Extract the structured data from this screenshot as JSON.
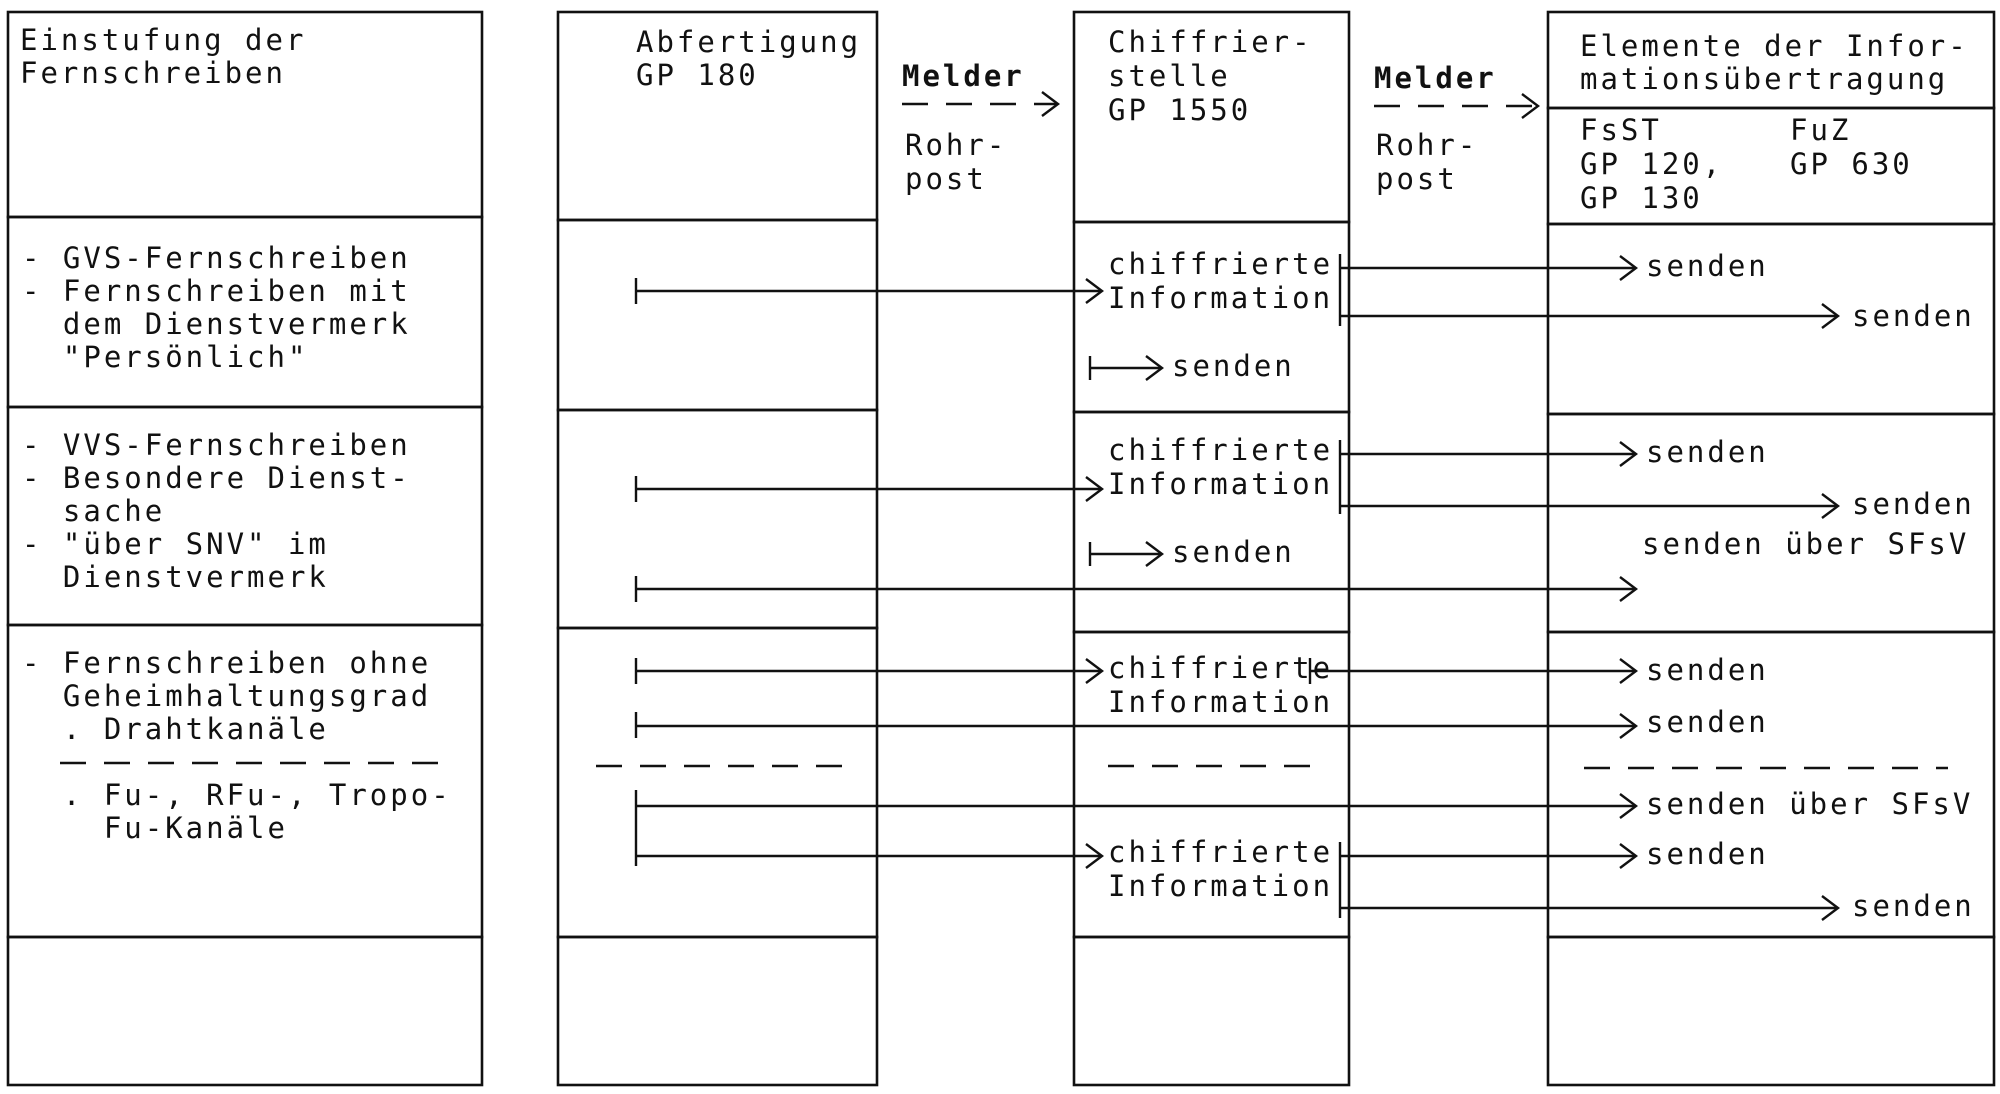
{
  "columns": {
    "einstufung": {
      "title": [
        "Einstufung der",
        "Fernschreiben"
      ]
    },
    "abfertigung": {
      "title": [
        "Abfertigung",
        "GP 180"
      ]
    },
    "chiffrierstelle": {
      "title": [
        "Chiffrier-",
        "stelle",
        "GP 1550"
      ]
    },
    "elemente": {
      "title": [
        "Elemente der Infor-",
        "mationsübertragung"
      ],
      "fsst": [
        "FsST",
        "GP 120,",
        "GP 130"
      ],
      "fuz": [
        "FuZ",
        "GP 630"
      ]
    }
  },
  "transfer": {
    "melder": "Melder",
    "rohrpost": [
      "Rohr-",
      "post"
    ]
  },
  "rows": [
    {
      "category": [
        "- GVS-Fernschreiben",
        "- Fernschreiben mit",
        "  dem Dienstvermerk",
        "  \"Persönlich\""
      ]
    },
    {
      "category": [
        "- VVS-Fernschreiben",
        "- Besondere Dienst-",
        "  sache",
        "- \"über SNV\" im",
        "  Dienstvermerk"
      ]
    },
    {
      "category": [
        "- Fernschreiben ohne",
        "  Geheimhaltungsgrad",
        "  . Drahtkanäle",
        "  . Fu-, RFu-, Tropo-",
        "    Fu-Kanäle"
      ]
    }
  ],
  "labels": {
    "chiffrierte": "chiffrierte",
    "information": "Information",
    "senden": "senden",
    "senden_ueber_sfsv": "senden über SFsV"
  }
}
